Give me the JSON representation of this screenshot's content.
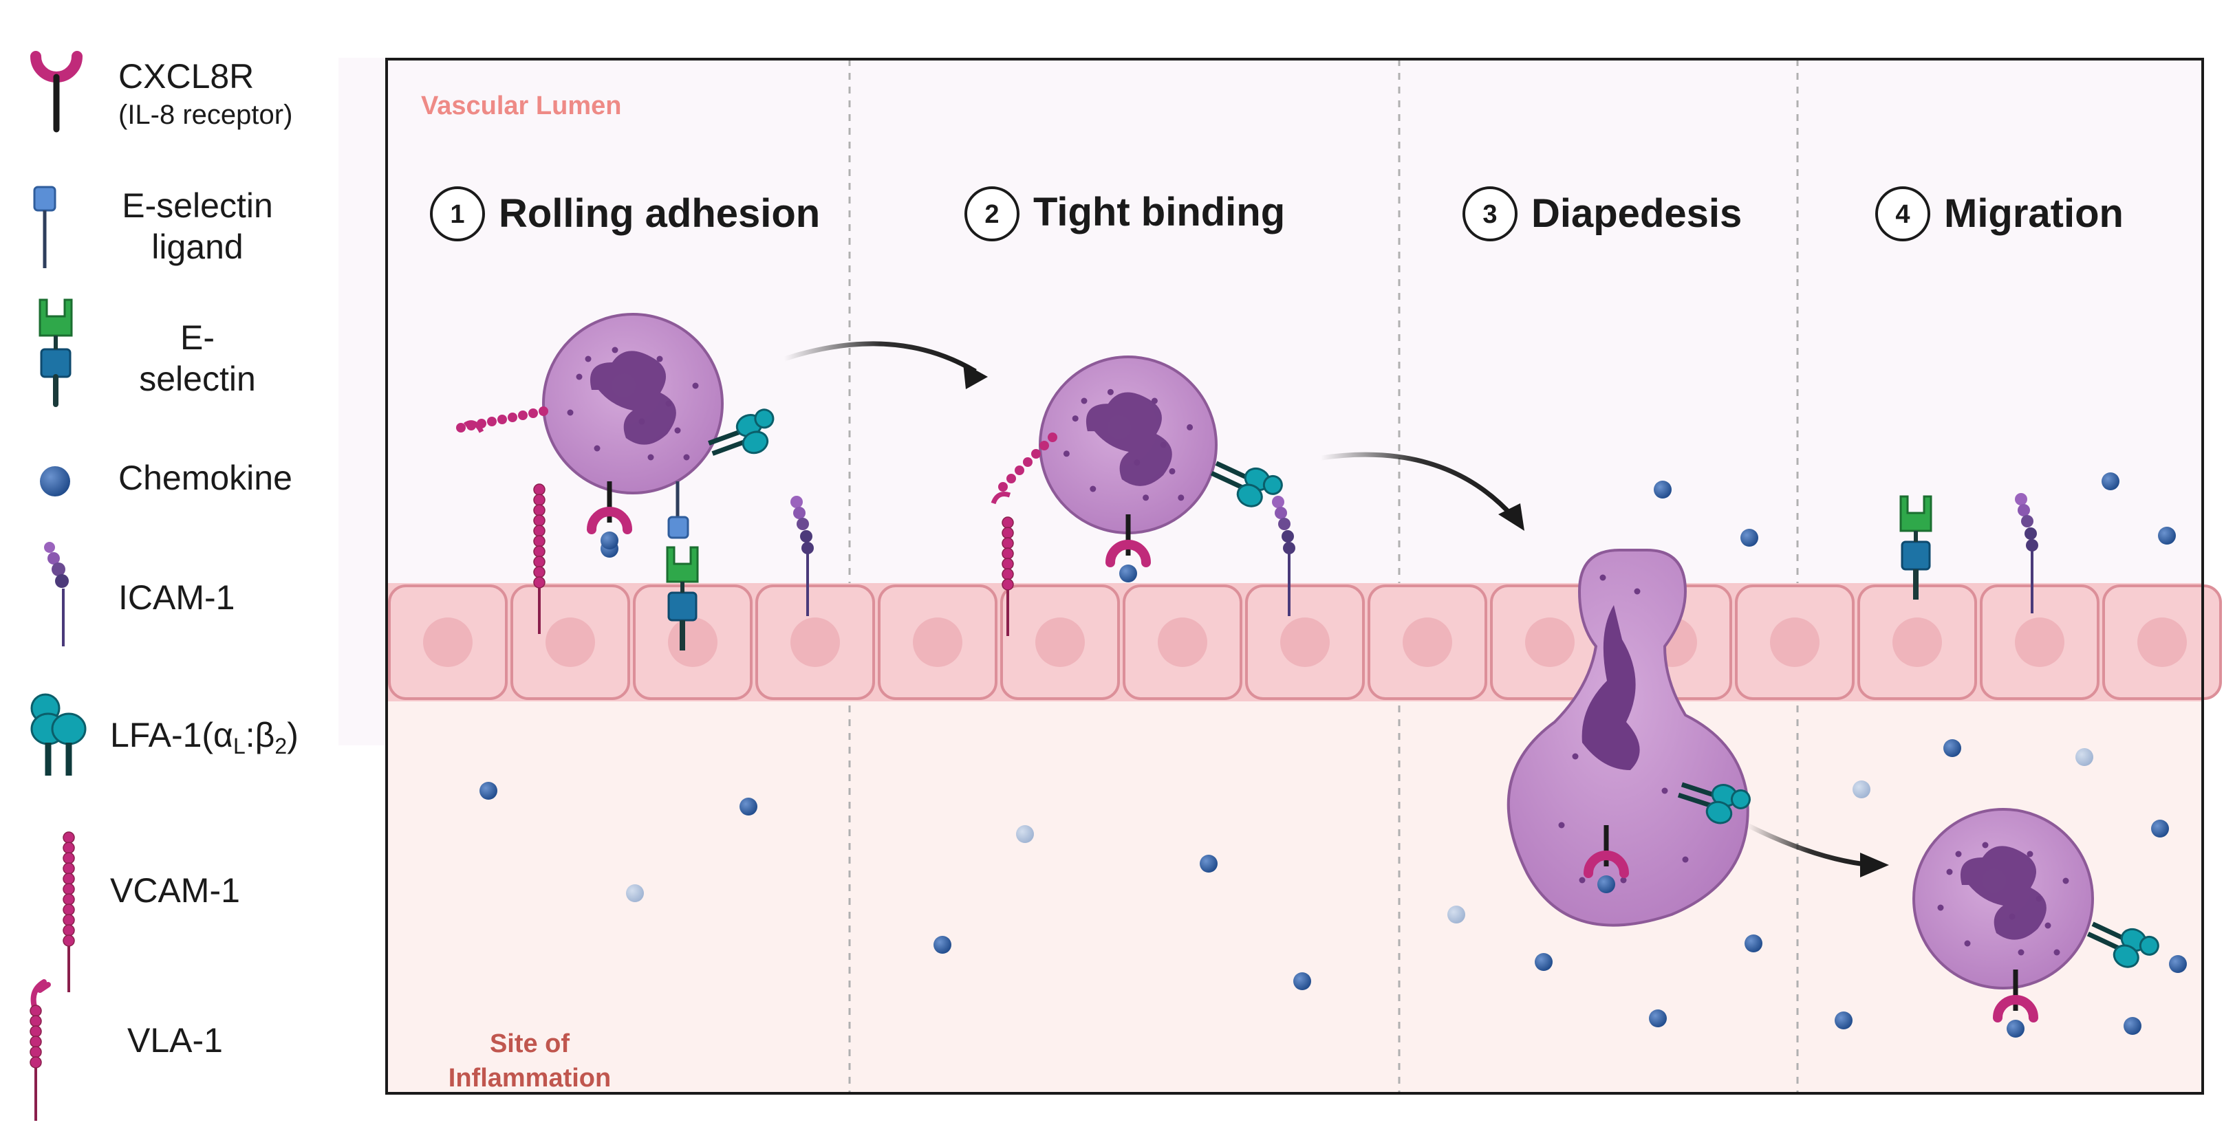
{
  "legend": {
    "items": [
      {
        "icon": "cxcl8r-receptor-icon",
        "label": "CXCL8R",
        "sublabel": "(IL-8 receptor)"
      },
      {
        "icon": "e-selectin-ligand-icon",
        "label_lines": [
          "E-selectin",
          "ligand"
        ]
      },
      {
        "icon": "e-selectin-icon",
        "label_lines": [
          "E-",
          "selectin"
        ]
      },
      {
        "icon": "chemokine-icon",
        "label": "Chemokine"
      },
      {
        "icon": "icam-1-icon",
        "label": "ICAM-1"
      },
      {
        "icon": "lfa-1-icon",
        "label": "LFA-1(α",
        "label_sub1": "L",
        "label_mid": ":β",
        "label_sub2": "2",
        "label_end": ")"
      },
      {
        "icon": "vcam-1-icon",
        "label": "VCAM-1"
      },
      {
        "icon": "vla-1-icon",
        "label": "VLA-1"
      }
    ]
  },
  "regions": {
    "lumen": "Vascular Lumen",
    "site_line1": "Site of",
    "site_line2": "Inflammation"
  },
  "steps": [
    {
      "number": "1",
      "title": "Rolling adhesion"
    },
    {
      "number": "2",
      "title": "Tight binding"
    },
    {
      "number": "3",
      "title": "Diapedesis"
    },
    {
      "number": "4",
      "title": "Migration"
    }
  ],
  "colors": {
    "lumen_bg": "#fbf7fb",
    "tissue_bg": "#fdf1ef",
    "endothelium": "#f6c9cd",
    "endothelium_border": "#dc8f99",
    "cell_fill": "#c38fcb",
    "cell_border": "#8d5a98",
    "nucleus": "#6e3b84",
    "receptor_magenta": "#c02a7a",
    "selectin_green": "#2fa84a",
    "selectin_blue": "#1d73a5",
    "lfa_teal": "#0f9aa8",
    "chemokine_blue": "#2f5d9c",
    "chemokine_faded": "#a9bcd8",
    "icam_purple": "#7d4ca3"
  }
}
